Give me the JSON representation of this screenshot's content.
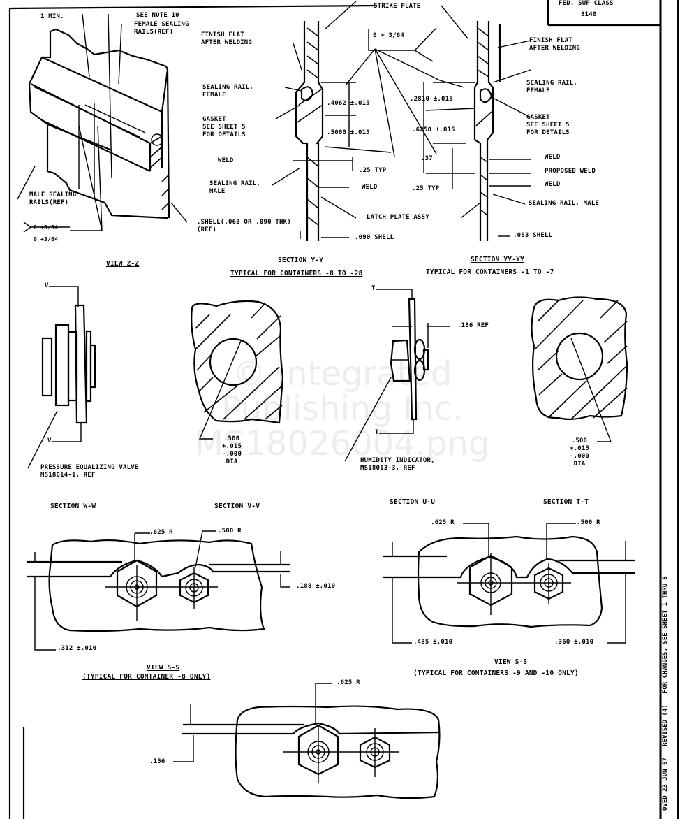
{
  "title_block": {
    "line1": "FED. SUP CLASS",
    "line2": "8140"
  },
  "detail_iso": {
    "labels": {
      "min": "1 MIN.",
      "see_note": "SEE NOTE 10",
      "female_rails": "FEMALE SEALING\nRAILS(REF)",
      "male_rails": "MALE SEALING\nRAILS(REF)",
      "shell": ".SHELL(.063 OR .090 THK)\n(REF)",
      "weld_symbol_top": "0 +3/64",
      "weld_symbol_bottom": "0 +3/64"
    },
    "title": "VIEW Z-Z"
  },
  "section_y": {
    "title": "SECTION Y-Y",
    "subtitle": "TYPICAL FOR CONTAINERS -8 TO -28",
    "labels": {
      "finish": "FINISH FLAT\nAFTER WELDING",
      "rail_female": "SEALING RAIL,\nFEMALE",
      "gasket": "GASKET\nSEE SHEET 5\nFOR DETAILS",
      "weld_cl": "WELD",
      "rail_male": "SEALING RAIL,\nMALE",
      "weld": "WELD",
      "dim1": ".4062 ±.015",
      "dim2": ".5000 ±.015",
      "typ": ".25 TYP",
      "shell": ".090 SHELL",
      "latch": "LATCH PLATE ASSY"
    }
  },
  "section_yy": {
    "title": "SECTION YY-YY",
    "subtitle": "TYPICAL FOR CONTAINERS -1 TO -7",
    "labels": {
      "strike": "STRIKE PLATE",
      "weld_spec": "0 + 3/64",
      "finish": "FINISH FLAT\nAFTER WELDING",
      "rail_female": "SEALING RAIL,\nFEMALE",
      "gasket": "GASKET\nSEE SHEET 5\nFOR DETAILS",
      "weld1": "WELD",
      "proposed": "PROPOSED WELD",
      "weld2": "WELD",
      "rail_male": "SEALING RAIL, MALE",
      "dim1": ".2810 ±.015",
      "dim2": ".6250 ±.015",
      "dim3": ".37",
      "typ": ".25 TYP",
      "shell": ".063 SHELL"
    }
  },
  "view_w": {
    "cut_top": "V",
    "cut_bottom": "V",
    "callout": "PRESSURE EQUALIZING VALVE\nMS18014-1, REF"
  },
  "hole_v": {
    "dim": ".500\n+.015\n-.000\nDIA"
  },
  "view_t": {
    "cut_top": "T",
    "cut_bottom": "T",
    "ref": ".186 REF",
    "callout": "HUMIDITY INDICATOR,\nMS18013-3, REF"
  },
  "hole_t": {
    "dim": ".500\n+.015\n-.000\nDIA"
  },
  "view_ss_left": {
    "title_left": "SECTION W-W",
    "title_right": "SECTION V-V",
    "r1": ".625 R",
    "r2": ".500 R",
    "dim_right": ".188 ±.010",
    "dim_left": ".312 ±.010",
    "title": "VIEW S-S",
    "subtitle": "(TYPICAL FOR CONTAINER -8 ONLY)"
  },
  "view_ss_right": {
    "title_left": "SECTION U-U",
    "title_right": "SECTION T-T",
    "r1": ".625 R",
    "r2": ".500 R",
    "dim_left": ".485 ±.010",
    "dim_right": ".360 ±.010",
    "title": "VIEW S-S",
    "subtitle": "(TYPICAL FOR CONTAINERS -9 AND -10 ONLY)"
  },
  "view_bottom": {
    "r1": ".625 R",
    "dim": ".156"
  },
  "margin": {
    "revision_text": "OVED 23 JUN 67   REVISED (4)   FOR CHANGES, SEE SHEET 1 THRU 8"
  },
  "watermark": {
    "line1": "© Integrated",
    "line2": "Publishing Inc.",
    "line3": "MS18026004.png"
  }
}
